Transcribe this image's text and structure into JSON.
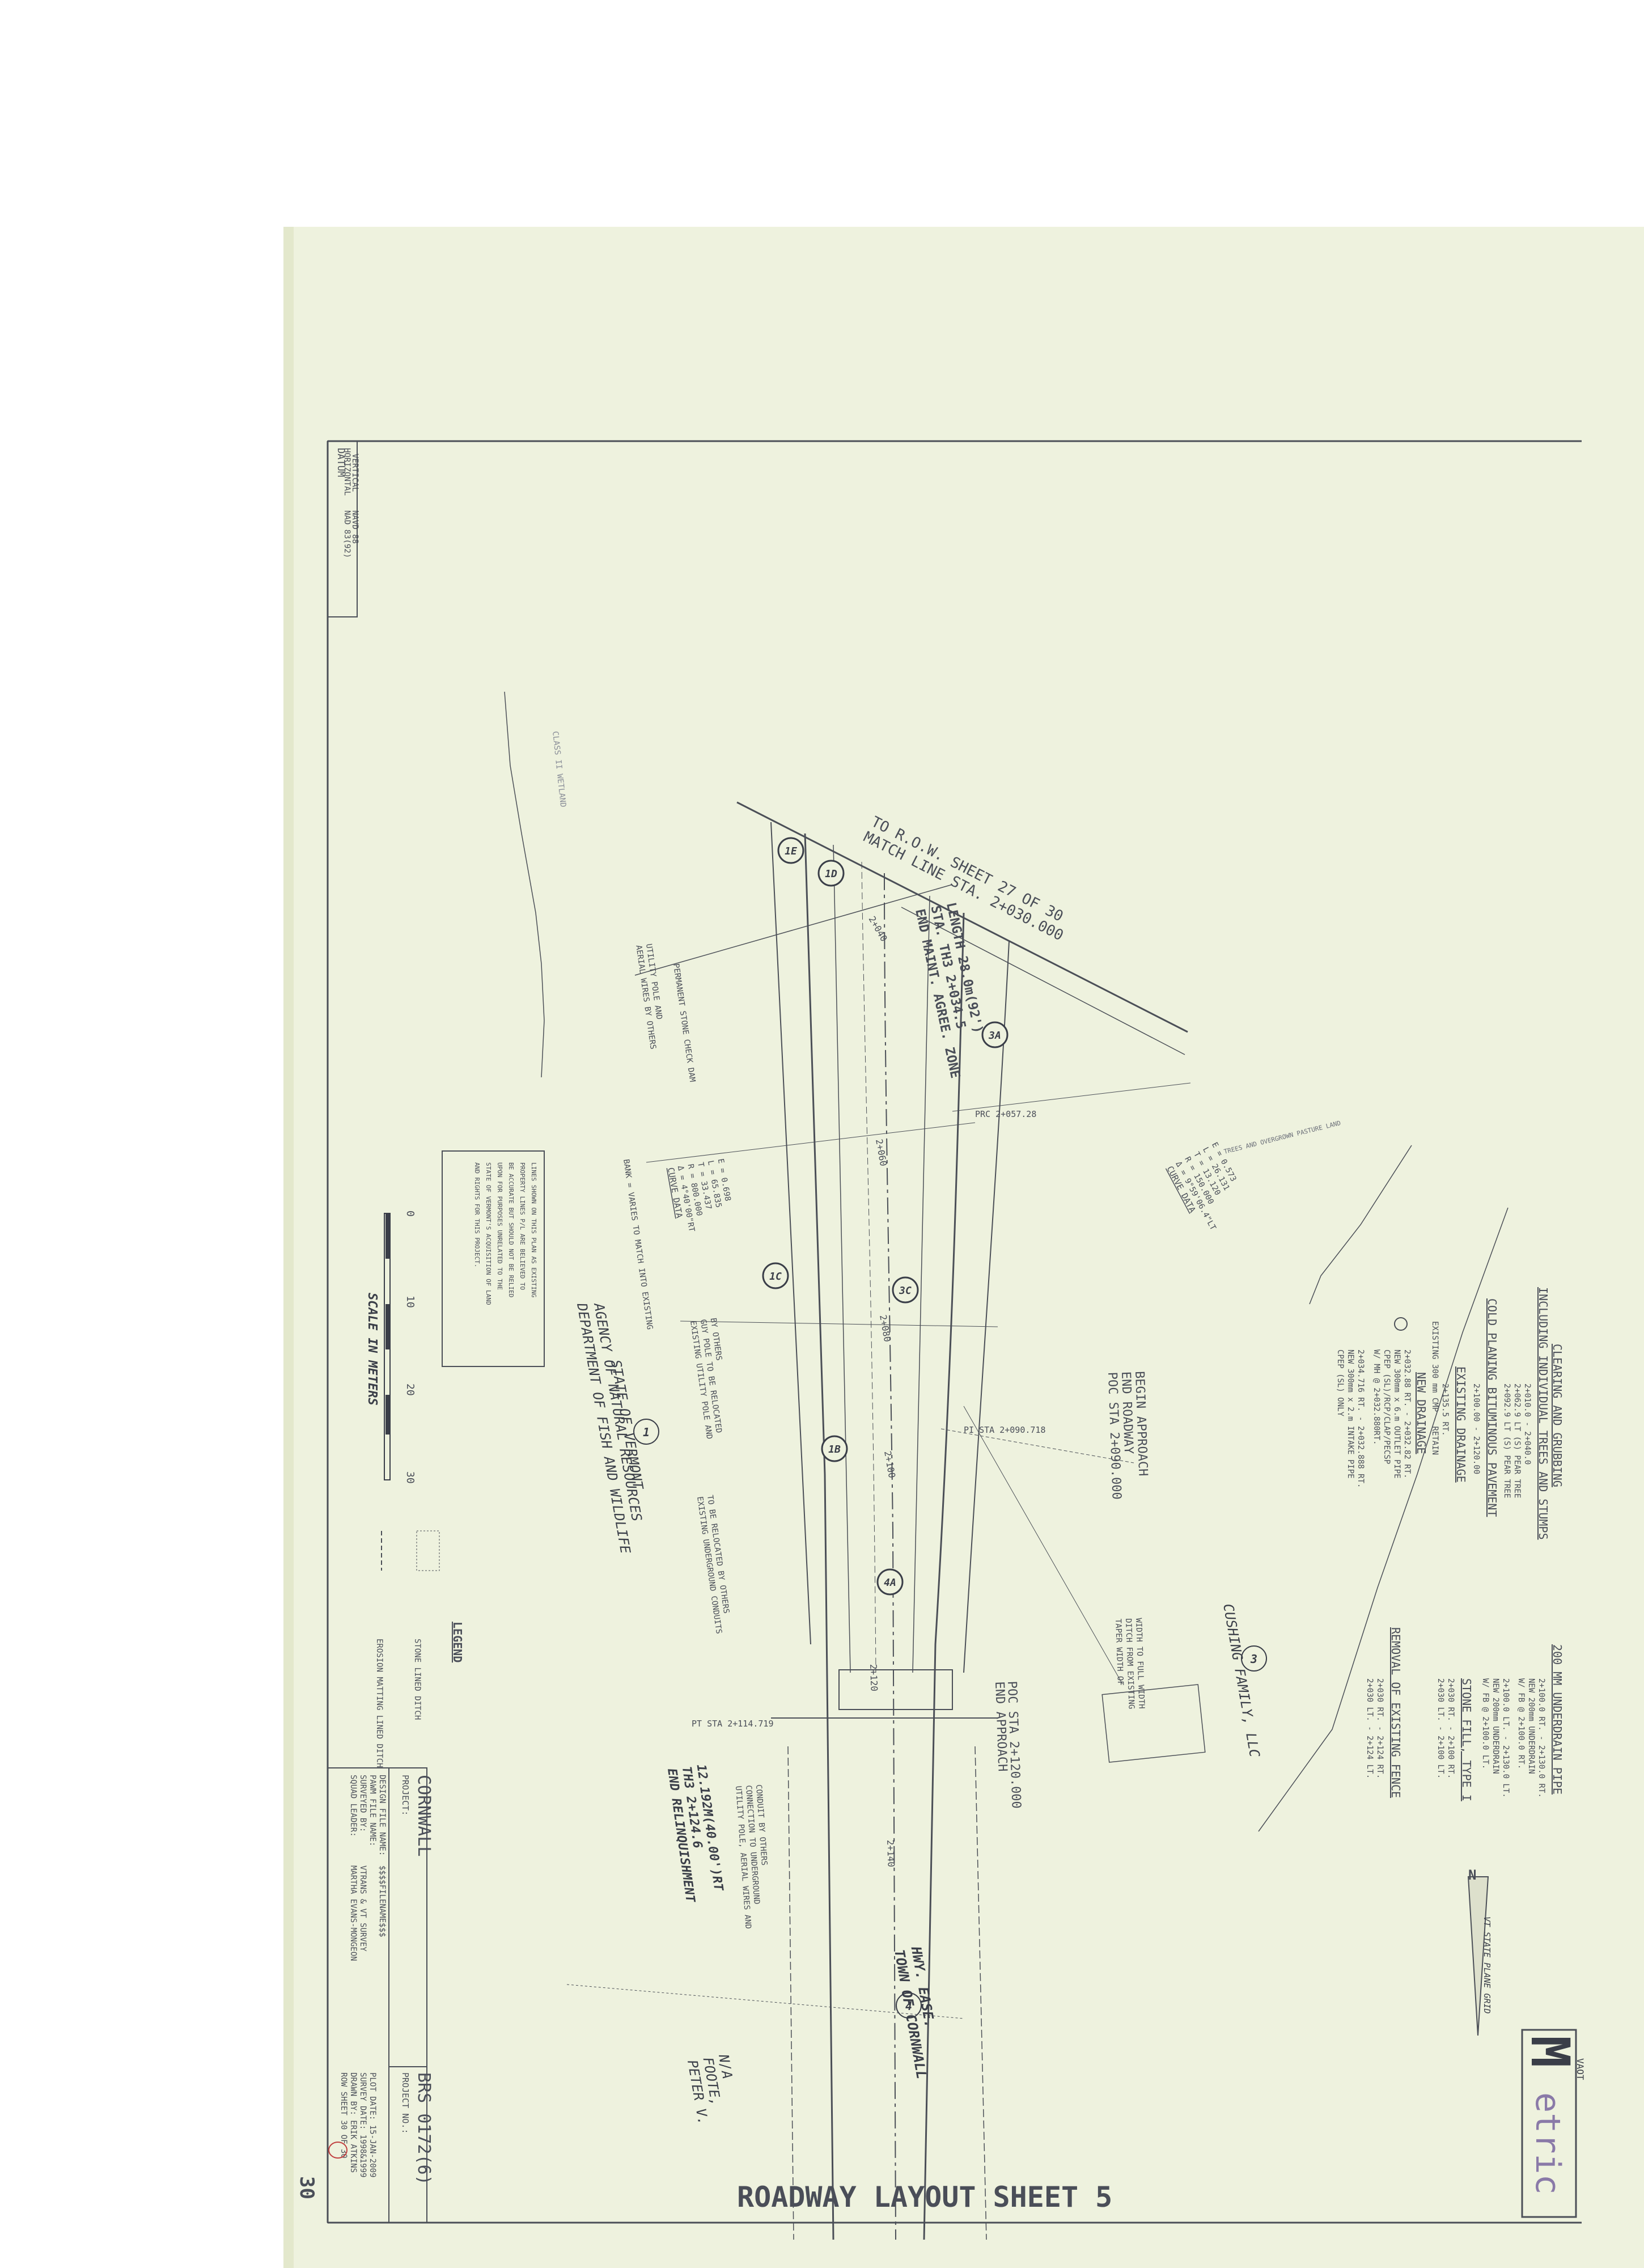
{
  "sheet": {
    "title": "ROADWAY LAYOUT SHEET 5",
    "page_number": "30",
    "logo": {
      "letter": "M",
      "word": "etric",
      "sub": "VAOT"
    }
  },
  "datum": {
    "heading": "DATUM",
    "vertical_label": "VERTICAL",
    "vertical_value": "NAVD 88",
    "horizontal_label": "HORIZONTAL",
    "horizontal_value": "NAD 83(92)"
  },
  "title_block": {
    "project_label": "PROJECT:",
    "project_name": "CORNWALL",
    "project_no_label": "PROJECT NO.:",
    "project_no": "BRS 0172(6)",
    "design_file": "DESIGN FILE NAME:",
    "paw_file": "PAWM FILE NAME:",
    "filename": "$$$$FILENAME$$$",
    "surveyed_by": "SURVEYED BY:",
    "surveyor": "VTRANS & VT SURVEY",
    "squad_leader": "SQUAD LEADER:",
    "leader_name": "MARTHA EVANS-MONGEON",
    "plot_date": "PLOT DATE: 15-JAN-2009",
    "survey_date": "SURVEY DATE: 1998&1999",
    "drawn_by": "DRAWN BY: ERIK ATKINS",
    "row_sheet": "ROW SHEET 30 OF 30"
  },
  "legend": {
    "heading": "LEGEND",
    "item1": "STONE LINED DITCH",
    "item2": "EROSION MATTING LINED DITCH"
  },
  "scale": {
    "caption": "SCALE IN METERS",
    "ticks": [
      "0",
      "10",
      "20",
      "30"
    ]
  },
  "disclaimer": [
    "LINES SHOWN ON THIS PLAN AS EXISTING",
    "PROPERTY LINES P/L ARE BELIEVED TO",
    "BE ACCURATE BUT SHOULD NOT BE RELIED",
    "UPON FOR PURPOSES UNRELATED TO THE",
    "STATE OF VERMONT'S ACQUISITION OF LAND",
    "AND RIGHTS FOR THIS PROJECT."
  ],
  "north": {
    "letter": "N",
    "label": "VT STATE PLANE GRID"
  },
  "notes": {
    "clearing_1": "CLEARING AND GRUBBING",
    "clearing_2": "INCLUDING INDIVIDUAL TREES AND STUMPS",
    "clearing_lines": [
      "2+010.0 - 2+040.0",
      "2+062.9 LT (S) PEAR TREE",
      "2+092.9 LT (S) PEAR TREE"
    ],
    "cold_planing": "COLD PLANING BITUMINOUS PAVEMENT",
    "cold_line": "2+100.00 - 2+120.00",
    "existing_drainage": "EXISTING DRAINAGE",
    "existing_line": "2+135.5 RT.",
    "existing_line2": "EXISTING 300 mm CMP - RETAIN",
    "new_drainage": "NEW DRAINAGE",
    "new_lines": [
      "2+032.88 RT. - 2+032.82 RT.",
      "NEW 300mm x 6.m OUTLET PIPE",
      "CPEP (SL)/RCP/CLAP/PECSP",
      "W/ MH @ 2+032.880RT."
    ],
    "new_lines2": [
      "2+034.716 RT. - 2+032.888 RT.",
      "NEW 300mm x 2.m INTAKE PIPE",
      "CPEP (SL) ONLY"
    ],
    "underdrain": "200 MM UNDERDRAIN PIPE",
    "underdrain_lines": [
      "2+100.0 RT. - 2+130.0 RT.",
      "NEW 200mm UNDERDRAIN",
      "W/ FB @ 2+100.0 RT."
    ],
    "underdrain_lines2": [
      "2+100.0 LT. - 2+130.0 LT.",
      "NEW 200mm UNDERDRAIN",
      "W/ FB @ 2+100.0 LT."
    ],
    "stone_fill": "STONE FILL, TYPE I",
    "stone_lines": [
      "2+030 RT. - 2+100 RT.",
      "2+030 LT. - 2+100 LT."
    ],
    "removal": "REMOVAL OF EXISTING FENCE",
    "removal_lines": [
      "2+030 RT. - 2+124 RT.",
      "2+030 LT. - 2+124 LT."
    ]
  },
  "labels": {
    "match_line_1": "TO R.O.W. SHEET 27 OF 30",
    "match_line_2": "MATCH LINE STA. 2+030.000",
    "maint_1": "END MAINT. AGREE. ZONE",
    "maint_2": "STA. TH3 2+034.5",
    "maint_3": "LENGTH 28.0m(92')",
    "state_1": "STATE OF VERMONT",
    "state_2": "AGENCY OF NATURAL RESOURCES",
    "state_3": "DEPARTMENT OF FISH AND WILDLIFE",
    "cushing": "CUSHING FAMILY, LLC",
    "town_1": "TOWN OF CORNWALL",
    "town_2": "HWY. EASE.",
    "foote_1": "N/A",
    "foote_2": "FOOTE,",
    "foote_3": "PETER V.",
    "relinquish_1": "END RELINQUISHMENT",
    "relinquish_2": "TH3 2+124.6",
    "relinquish_3": "12.192M(40.00')RT",
    "poc_1": "POC STA 2+090.000",
    "poc_2": "END ROADWAY",
    "poc_3": "BEGIN APPROACH",
    "poc_end": "POC STA 2+120.000",
    "end_approach": "END APPROACH",
    "curve_heading": "CURVE DATA",
    "curve_lines": [
      "Δ = 4°40'00\"RT",
      "R = 800.000",
      "T = 33.437",
      "L = 65.835",
      "E = 0.698"
    ],
    "curve2_lines": [
      "Δ = 9°59'06.4\"LT",
      "R = 150.000",
      "T = 13.120",
      "L = 26.131",
      "E = 0.573"
    ],
    "wetland": "CLASS II WETLAND",
    "pole": "UTILITY POLE AND",
    "aerial": "AERIAL WIRES BY OTHERS",
    "check_dam": "PERMANENT STONE CHECK DAM",
    "bank": "BANK = VARIES TO MATCH INTO EXISTING",
    "utility_1": "EXISTING UTILITY POLE AND",
    "utility_2": "GUY POLE TO BE RELOCATED",
    "utility_3": "BY OTHERS",
    "underground_1": "EXISTING UNDERGROUND CONDUITS",
    "underground_2": "TO BE RELOCATED BY OTHERS",
    "taper_1": "TAPER WIDTH OF",
    "taper_2": "DITCH FROM EXISTING",
    "taper_3": "WIDTH TO FULL WIDTH",
    "pole_conn_1": "UTILITY POLE, AERIAL WIRES AND",
    "pole_conn_2": "CONNECTION TO UNDERGROUND",
    "pole_conn_3": "CONDUIT BY OTHERS",
    "pi_sta": "PI STA 2+090.718",
    "pt_sta": "PT STA 2+114.719",
    "prc_sta": "PRC 2+057.28",
    "trees": "TREES AND OVERGROWN PASTURE LAND"
  },
  "stations": [
    "2+040",
    "2+060",
    "2+080",
    "2+100",
    "2+120",
    "2+140"
  ],
  "parcels": [
    "1",
    "3",
    "4"
  ],
  "callouts": [
    "1E",
    "1D",
    "3A",
    "1C",
    "3C",
    "1B",
    "4A"
  ]
}
